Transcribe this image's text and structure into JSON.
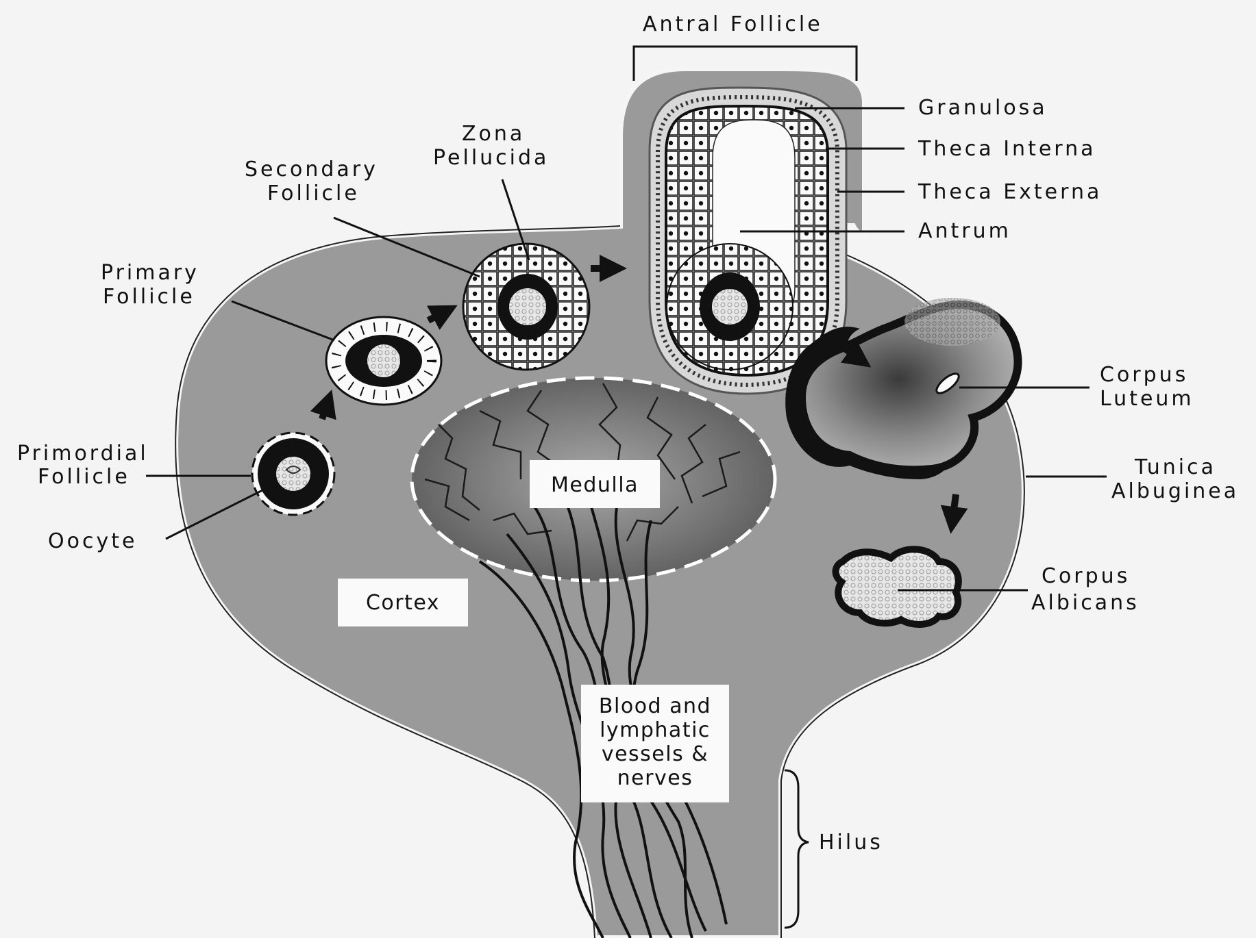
{
  "labels": {
    "antral_follicle": "Antral Follicle",
    "granulosa": "Granulosa",
    "theca_interna": "Theca Interna",
    "theca_externa": "Theca Externa",
    "antrum": "Antrum",
    "zona_pellucida": [
      "Zona",
      "Pellucida"
    ],
    "secondary_follicle": [
      "Secondary",
      "Follicle"
    ],
    "primary_follicle": [
      "Primary",
      "Follicle"
    ],
    "primordial_follicle": [
      "Primordial",
      "Follicle"
    ],
    "oocyte": "Oocyte",
    "corpus_luteum": [
      "Corpus",
      "Luteum"
    ],
    "tunica_albuginea": [
      "Tunica",
      "Albuginea"
    ],
    "corpus_albicans": [
      "Corpus",
      "Albicans"
    ],
    "medulla": "Medulla",
    "cortex": "Cortex",
    "vessels": [
      "Blood and",
      "lymphatic",
      "vessels &",
      "nerves"
    ],
    "hilus": "Hilus"
  },
  "colors": {
    "background": "#f4f4f4",
    "ovary_fill": "#9a9a9a",
    "medulla_fill": "#6e6e6e",
    "ink": "#111111",
    "cell_fill": "#fafafa"
  }
}
